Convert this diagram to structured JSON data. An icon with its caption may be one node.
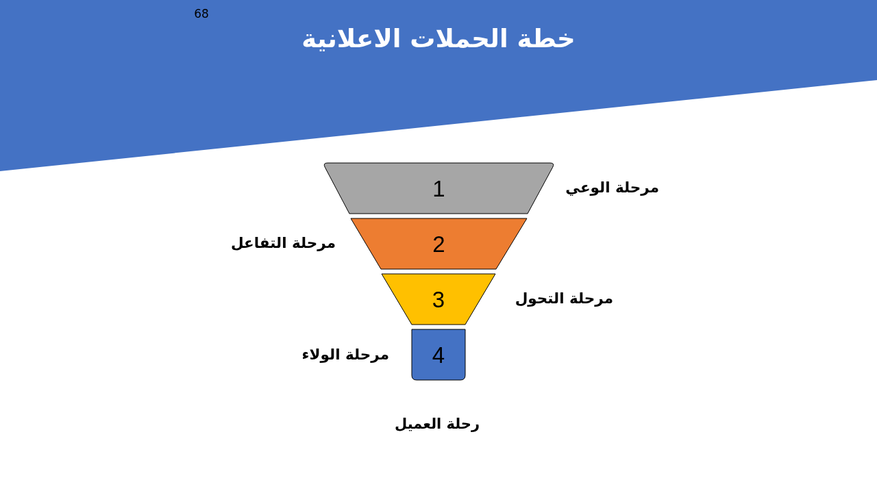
{
  "diagram": {
    "title": "خطة الحملات الاعلانية",
    "caption": "رحلة العميل",
    "nodes": [
      {
        "text": [
          "1"
        ],
        "beside": [
          "مرحلة الوعي"
        ]
      },
      {
        "text": [
          "2"
        ],
        "beside": [
          "مرحلة التفاعل"
        ]
      },
      {
        "text": [
          "3"
        ],
        "beside": [
          "مرحلة التحول"
        ]
      },
      {
        "text": [
          "4"
        ],
        "beside": [
          "مرحلة الولاء"
        ]
      }
    ],
    "labels": [
      "68"
    ]
  }
}
